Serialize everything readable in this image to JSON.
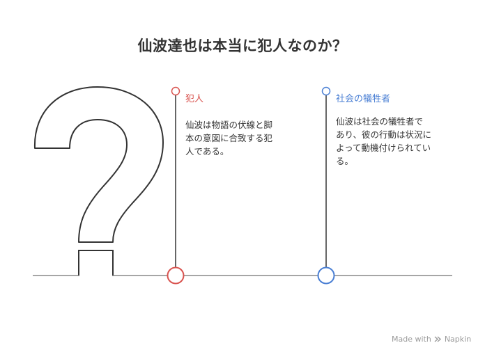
{
  "title": "仙波達也は本当に犯人なのか？",
  "colors": {
    "option_a": "#d9534f",
    "option_b": "#4a7fd4",
    "line": "#888888",
    "outline": "#333333"
  },
  "options": [
    {
      "label": "犯人",
      "description_lines": [
        "仙波は物語の伏線と脚",
        "本の意図に合致する犯",
        "人である。"
      ]
    },
    {
      "label": "社会の犠牲者",
      "description_lines": [
        "仙波は社会の犠牲者で",
        "あり、彼の行動は状況に",
        "よって動機付けられてい",
        "る。"
      ]
    }
  ],
  "icons": {
    "question_mark": "question-mark-icon",
    "napkin_logo": "napkin-logo-icon"
  },
  "footer": {
    "made_with": "Made with",
    "brand": "Napkin"
  }
}
